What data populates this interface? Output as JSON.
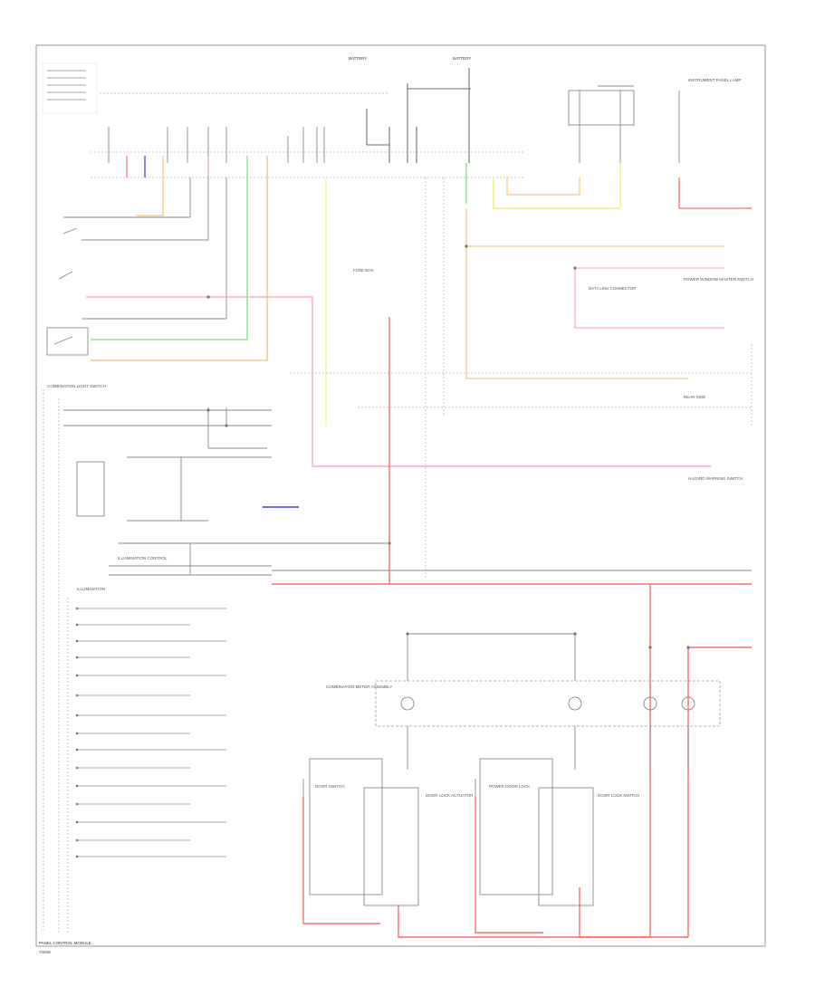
{
  "diagram": {
    "footer_left": "PANEL CONTROL MODULE",
    "footer_id": "7060B",
    "top_labels": {
      "battery_left": "BATTERY",
      "battery_right": "BATTERY"
    },
    "section_headers": {
      "dash_switch": "COMBINATION LIGHT SWITCH",
      "illumination": "ILLUMINATION",
      "rear_header": "REAR SIDE"
    },
    "components": {
      "panel_lamp": "INSTRUMENT PANEL LAMP",
      "fuse_box": "FUSE BOX",
      "data_link": "DATA LINK CONNECTOR",
      "power_window": "POWER WINDOW MASTER SWITCH",
      "hazard": "HAZARD WARNING SWITCH",
      "dimmer": "ILLUMINATION CONTROL",
      "lamp_cluster": "COMBINATION METER ASSEMBLY",
      "module_a": "DOOR SWITCH",
      "module_b": "DOOR LOCK ACTUATOR",
      "module_c": "POWER DOOR LOCK",
      "module_d": "DOOR LOCK SWITCH"
    },
    "wire_colors": {
      "red": "#ff6b6b",
      "pink": "#ff9bb0",
      "green": "#7ddf7d",
      "yellow": "#f4ee6a",
      "orange": "#ffc37a",
      "blue": "#3a3ad9",
      "purple": "#c060c0",
      "tan": "#e8bf7a",
      "gray": "#8a8a8a"
    }
  }
}
